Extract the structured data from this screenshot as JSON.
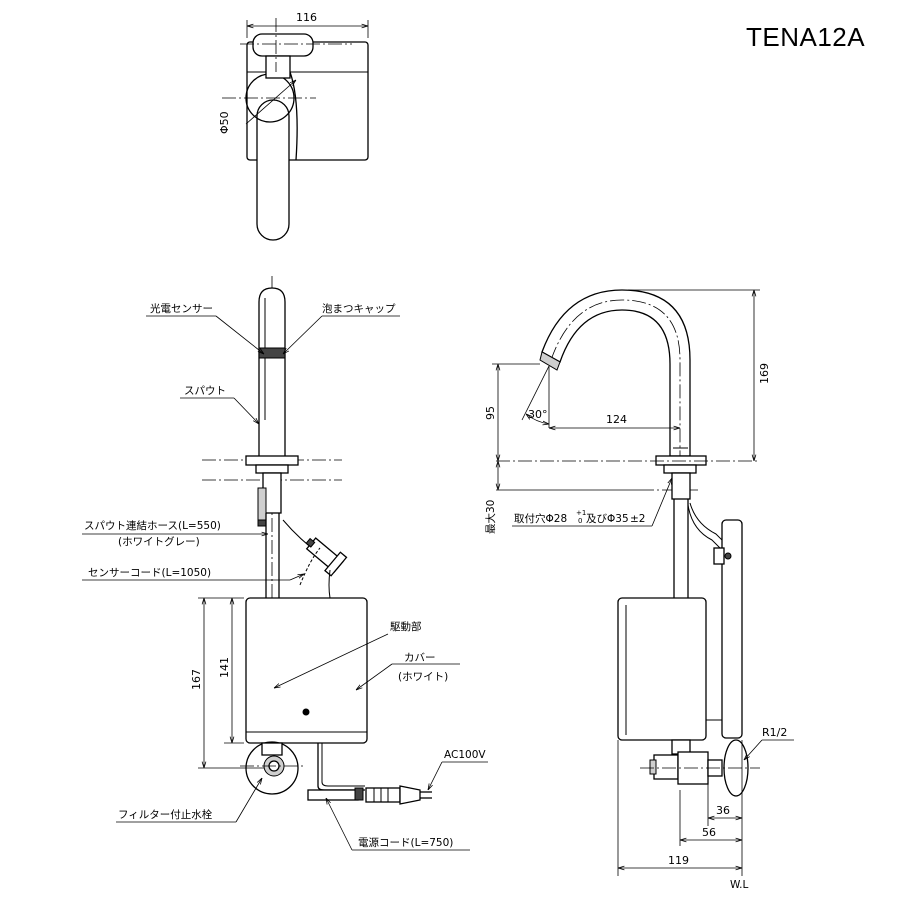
{
  "title": "TENA12A",
  "top_view": {
    "width_dim": "116",
    "diameter_dim": "Φ50"
  },
  "front_view": {
    "labels": {
      "photo_sensor": "光電センサー",
      "aerator_cap": "泡まつキャップ",
      "spout": "スパウト",
      "spout_hose_1": "スパウト連結ホース(L=550)",
      "spout_hose_2": "(ホワイトグレー)",
      "sensor_cord": "センサーコード(L=1050)",
      "drive_unit": "駆動部",
      "cover_1": "カバー",
      "cover_2": "(ホワイト)",
      "ac": "AC100V",
      "filter_valve": "フィルター付止水栓",
      "power_cord": "電源コード(L=750)"
    },
    "dims": {
      "d167": "167",
      "d141": "141"
    }
  },
  "side_view": {
    "dims": {
      "d169": "169",
      "d95": "95",
      "d124": "124",
      "angle": "30°",
      "max30": "最大30",
      "d36": "36",
      "d56": "56",
      "d119": "119"
    },
    "labels": {
      "hole": "取付穴Φ28",
      "hole_tol_upper": "+1",
      "hole_tol_lower": "0",
      "hole_rest": "及びΦ35",
      "hole_tol2": "±2",
      "r12": "R1/2",
      "wl": "W.L"
    }
  }
}
